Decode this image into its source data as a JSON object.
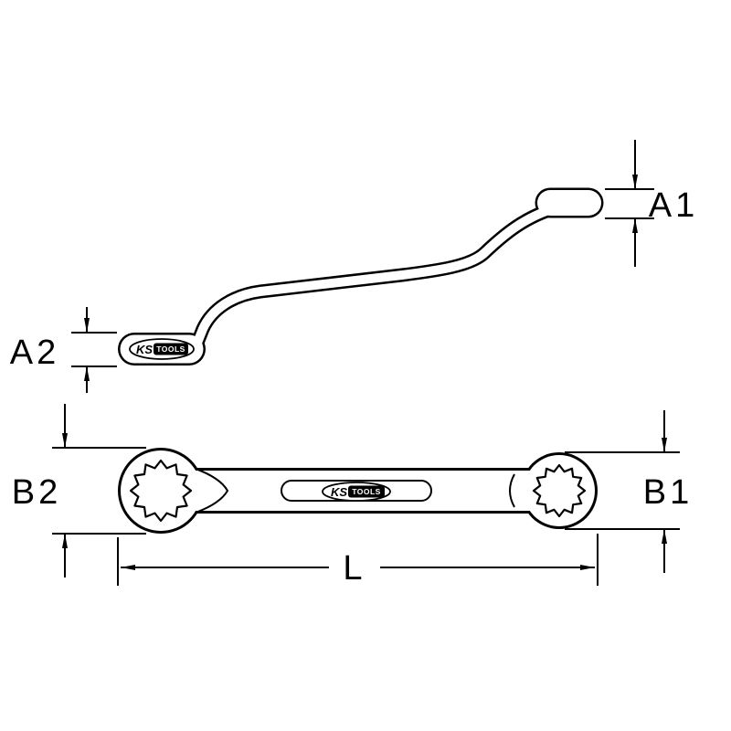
{
  "page": {
    "background": "#ffffff",
    "line_color": "#000000"
  },
  "labels": {
    "a1": "A1",
    "a2": "A2",
    "b1": "B1",
    "b2": "B2",
    "l": "L"
  },
  "logo": {
    "ks": "KS",
    "tools": "TOOLS"
  }
}
